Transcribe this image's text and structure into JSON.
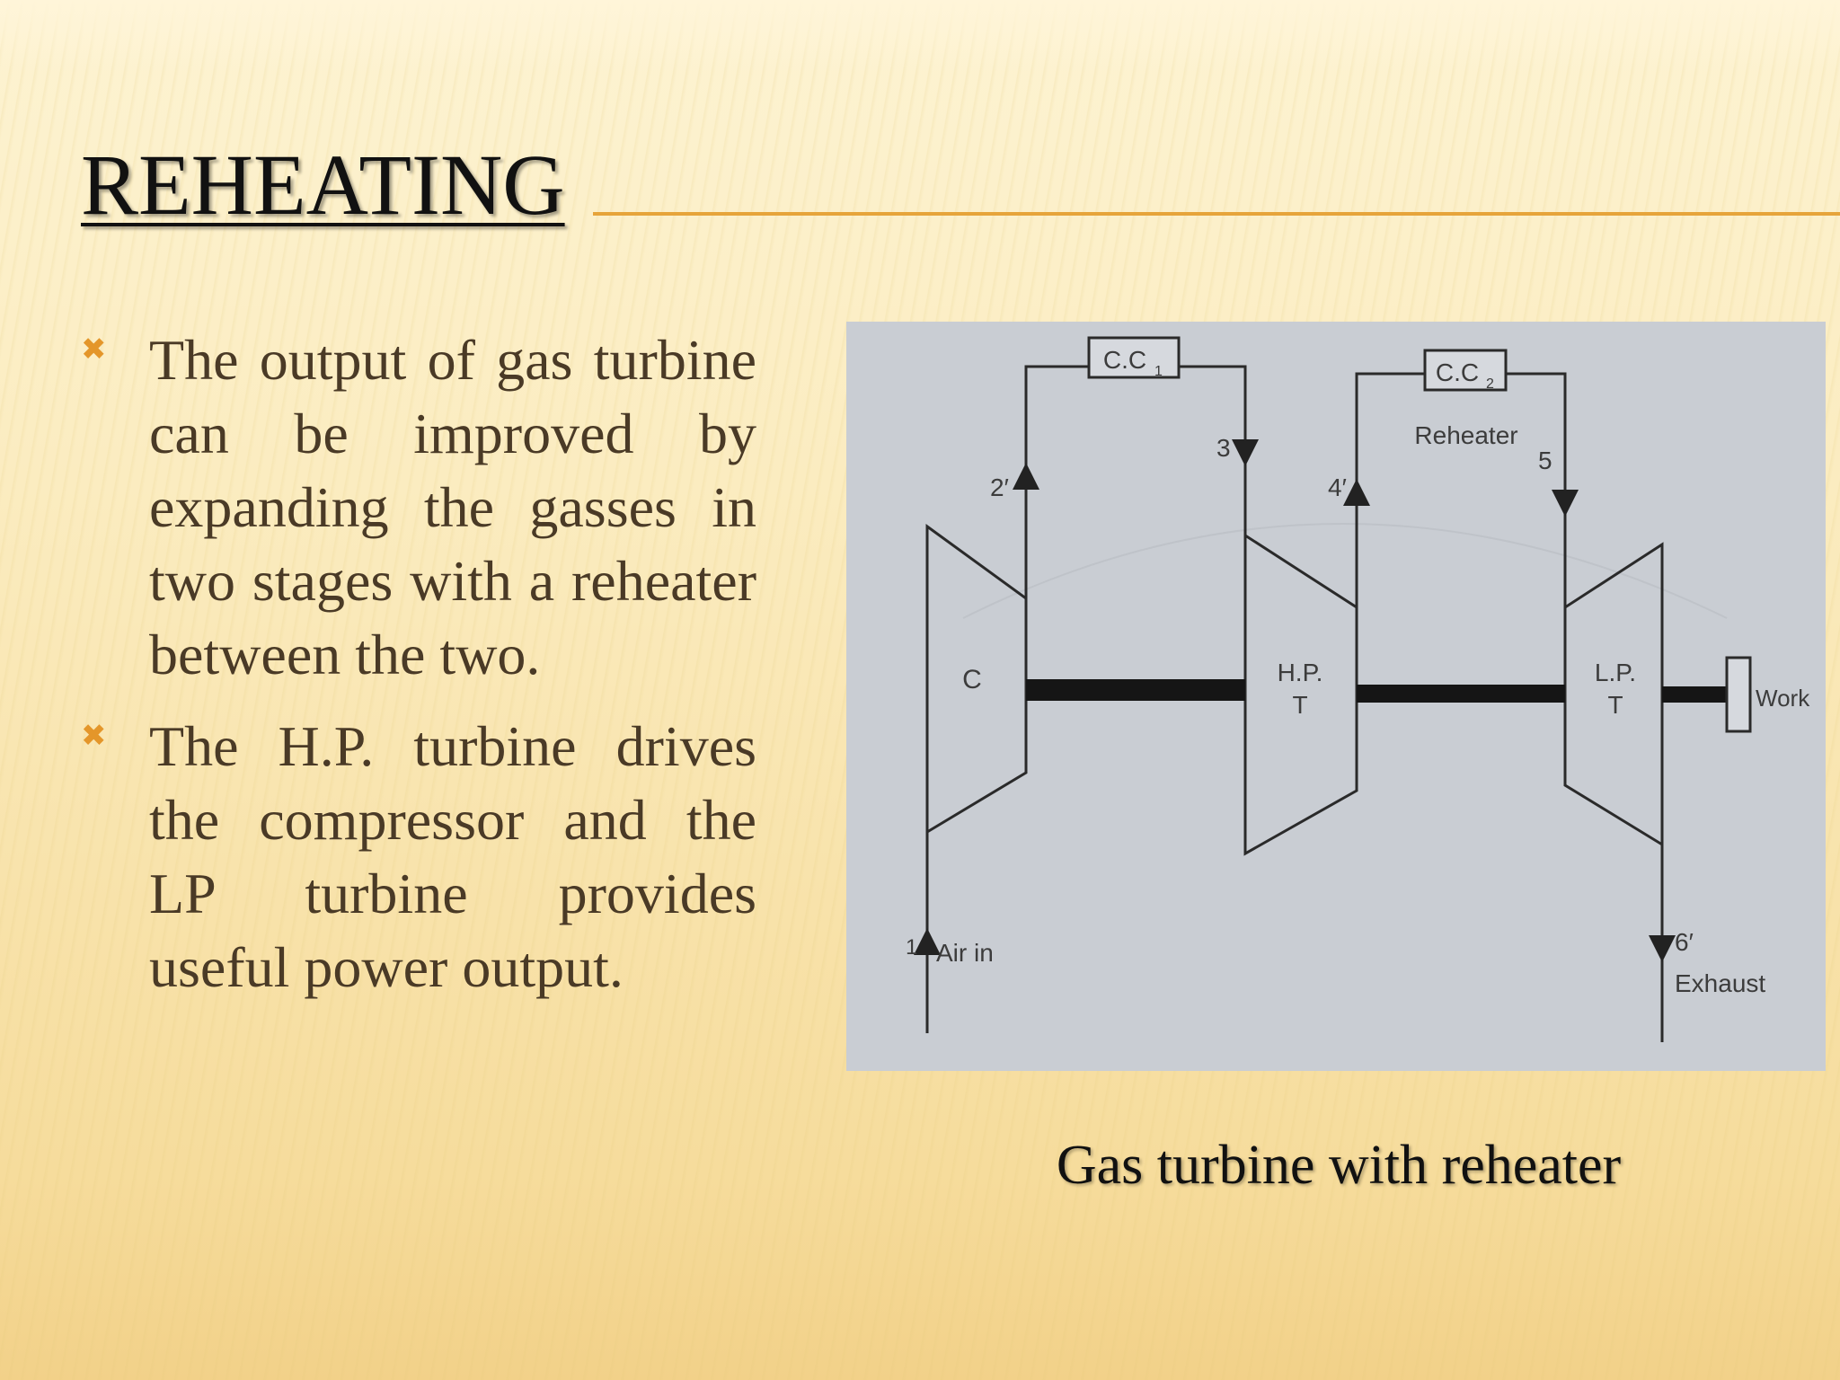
{
  "slide": {
    "title": "REHEATING",
    "bullets": [
      {
        "text": "The output of gas turbine can be improved by expanding the gasses in two stages with a reheater between the two."
      },
      {
        "text": "The H.P. turbine drives the compressor and the LP turbine provides useful power output."
      }
    ],
    "bullet_icon": "cross-bullet-icon",
    "caption": "Gas turbine with reheater"
  },
  "diagram": {
    "labels": {
      "cc1": "C.C",
      "cc1_sub": "1",
      "cc2": "C.C",
      "cc2_sub": "2",
      "reheater": "Reheater",
      "compressor": "C",
      "hpt_line1": "H.P.",
      "hpt_line2": "T",
      "lpt_line1": "L.P.",
      "lpt_line2": "T",
      "work": "Work",
      "p1": "1",
      "air_in": "Air in",
      "p2": "2′",
      "p3": "3",
      "p4": "4′",
      "p5": "5",
      "p6": "6′",
      "exhaust": "Exhaust"
    }
  },
  "colors": {
    "accent": "#e6a43a",
    "bullet": "#e4962a",
    "body_text": "#4a3a26",
    "figure_bg": "#c9cdd3"
  }
}
